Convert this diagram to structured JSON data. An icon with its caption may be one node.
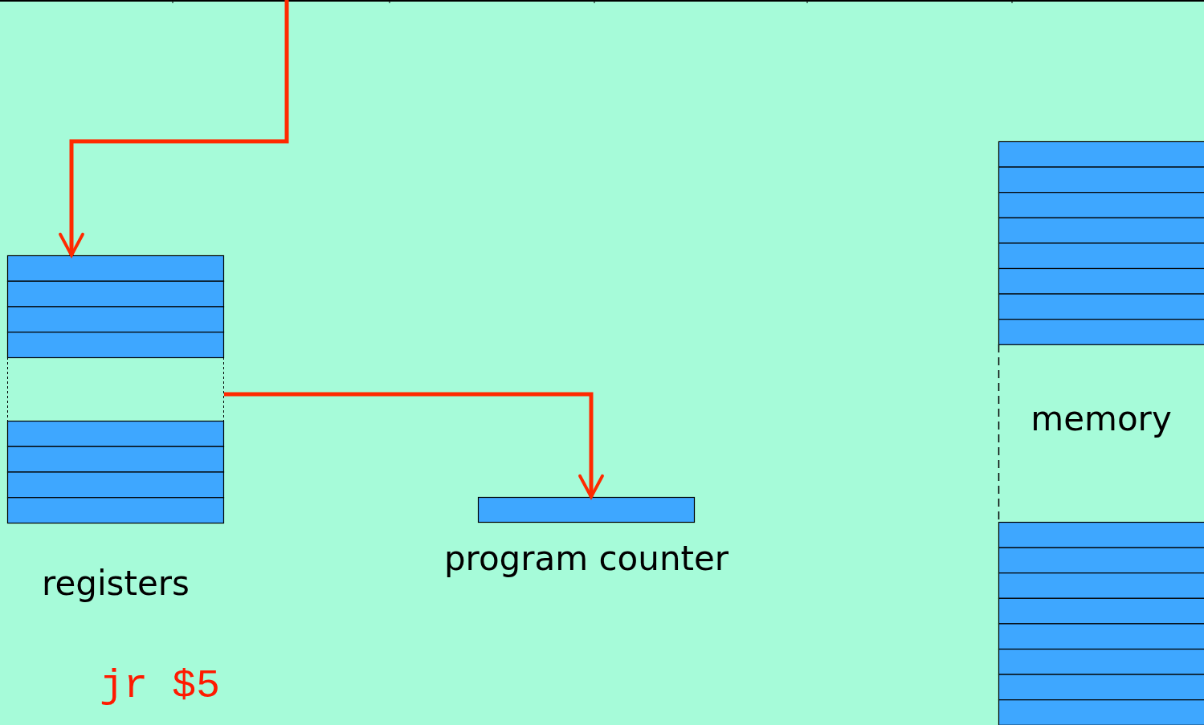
{
  "diagram": {
    "nodes": [
      {
        "text": [
          "registers"
        ]
      },
      {
        "text": [
          "program counter"
        ]
      },
      {
        "text": [
          "memory"
        ]
      }
    ],
    "edges": [
      {
        "from": null,
        "to": 0,
        "arrow": "to"
      },
      {
        "from": 0,
        "to": 1,
        "arrow": "to"
      }
    ],
    "labels": [
      "jr $5"
    ]
  }
}
